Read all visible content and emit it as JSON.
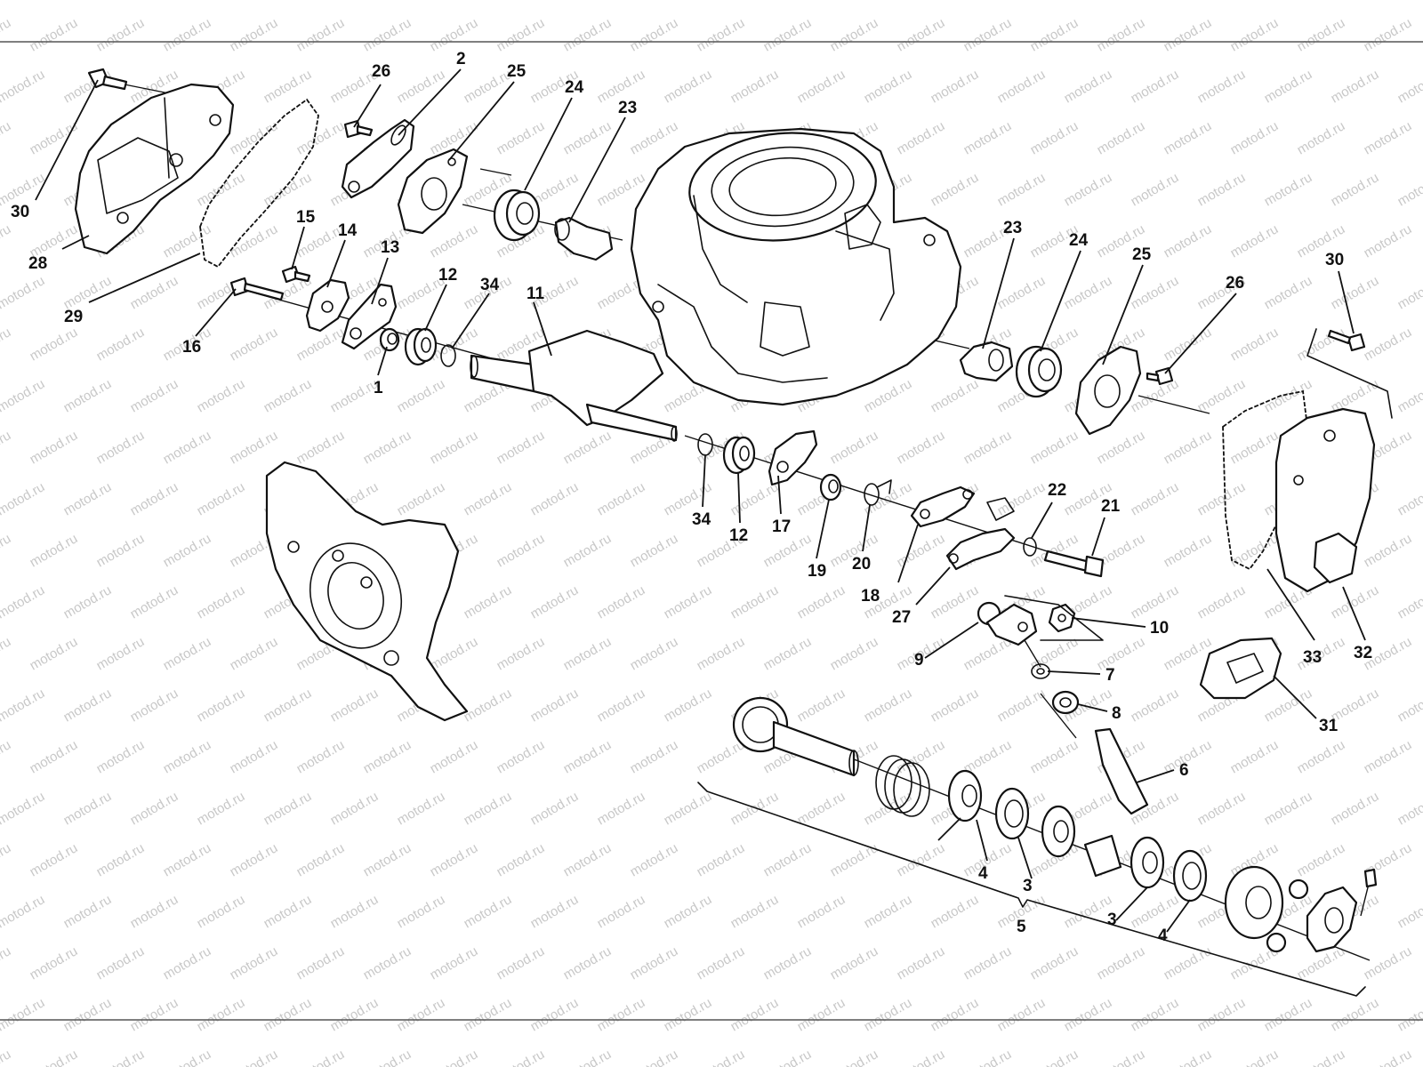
{
  "watermark_text": "motod.ru",
  "callouts": [
    {
      "id": "c30a",
      "text": "30"
    },
    {
      "id": "c28",
      "text": "28"
    },
    {
      "id": "c29",
      "text": "29"
    },
    {
      "id": "c26a",
      "text": "26"
    },
    {
      "id": "c2",
      "text": "2"
    },
    {
      "id": "c25a",
      "text": "25"
    },
    {
      "id": "c24a",
      "text": "24"
    },
    {
      "id": "c23a",
      "text": "23"
    },
    {
      "id": "c15",
      "text": "15"
    },
    {
      "id": "c14",
      "text": "14"
    },
    {
      "id": "c13",
      "text": "13"
    },
    {
      "id": "c12a",
      "text": "12"
    },
    {
      "id": "c34a",
      "text": "34"
    },
    {
      "id": "c11",
      "text": "11"
    },
    {
      "id": "c16",
      "text": "16"
    },
    {
      "id": "c1",
      "text": "1"
    },
    {
      "id": "c23b",
      "text": "23"
    },
    {
      "id": "c24b",
      "text": "24"
    },
    {
      "id": "c25b",
      "text": "25"
    },
    {
      "id": "c26b",
      "text": "26"
    },
    {
      "id": "c30b",
      "text": "30"
    },
    {
      "id": "c34b",
      "text": "34"
    },
    {
      "id": "c12b",
      "text": "12"
    },
    {
      "id": "c17",
      "text": "17"
    },
    {
      "id": "c19",
      "text": "19"
    },
    {
      "id": "c20",
      "text": "20"
    },
    {
      "id": "c18",
      "text": "18"
    },
    {
      "id": "c22",
      "text": "22"
    },
    {
      "id": "c21",
      "text": "21"
    },
    {
      "id": "c27",
      "text": "27"
    },
    {
      "id": "c10",
      "text": "10"
    },
    {
      "id": "c9",
      "text": "9"
    },
    {
      "id": "c7",
      "text": "7"
    },
    {
      "id": "c8",
      "text": "8"
    },
    {
      "id": "c33",
      "text": "33"
    },
    {
      "id": "c32",
      "text": "32"
    },
    {
      "id": "c31",
      "text": "31"
    },
    {
      "id": "c6",
      "text": "6"
    },
    {
      "id": "c4a",
      "text": "4"
    },
    {
      "id": "c3a",
      "text": "3"
    },
    {
      "id": "c3b",
      "text": "3"
    },
    {
      "id": "c4b",
      "text": "4"
    },
    {
      "id": "c5",
      "text": "5"
    }
  ]
}
